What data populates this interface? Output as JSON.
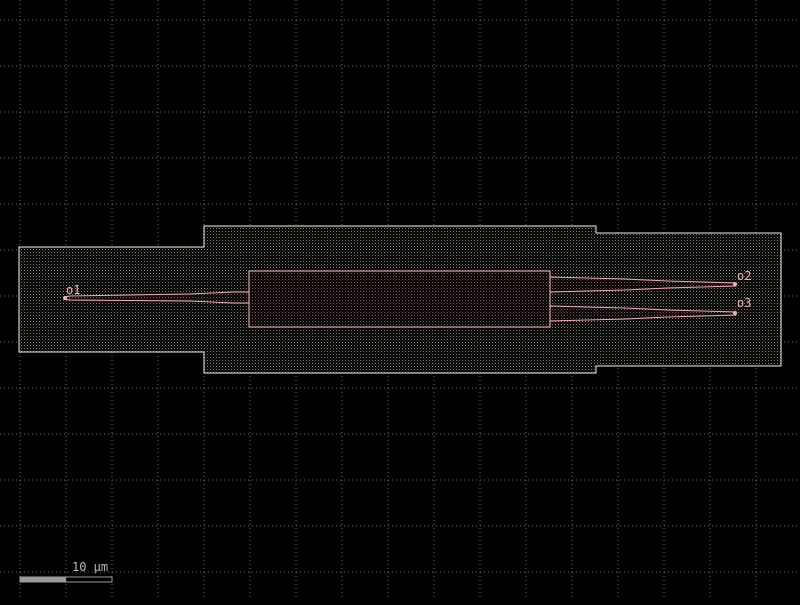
{
  "colors": {
    "background": "#000000",
    "grid": "#6e6e6e",
    "cladding": "#f4f0d8",
    "core": "#f7aeb4",
    "port_label": "#f7aeb4",
    "scale_bar_fill": "#9b9b9b",
    "scale_bar_text": "#b9b9b9"
  },
  "ports": {
    "o1": "o1",
    "o2": "o2",
    "o3": "o3"
  },
  "scale_bar": {
    "label": "10 µm"
  },
  "grid": {
    "visible": true,
    "style": "dotted"
  }
}
